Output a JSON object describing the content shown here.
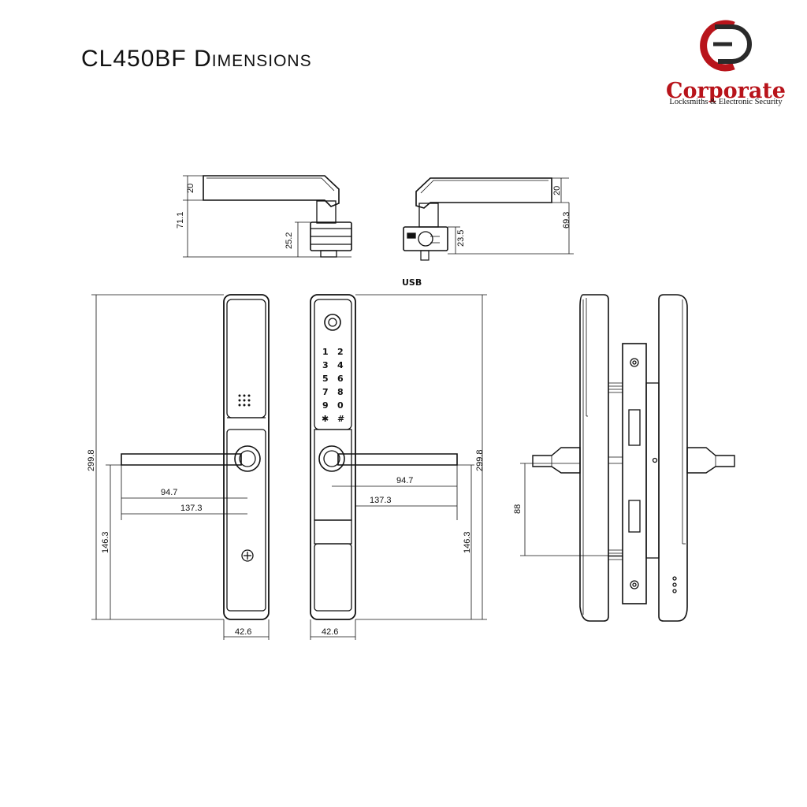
{
  "title": "CL450BF Dimensions",
  "logo": {
    "name": "Corporate",
    "tagline": "Locksmiths & Electronic Security",
    "color_red": "#b8141b",
    "color_dark": "#2a2a2a"
  },
  "labels": {
    "usb": "USB"
  },
  "dimensions": {
    "top_left_handle_thickness": "20",
    "top_left_total_height": "71.1",
    "top_left_base": "25.2",
    "top_right_handle_thickness": "20",
    "top_right_total_height": "69.3",
    "top_right_base": "23.5",
    "left_height": "299.8",
    "right_height": "299.8",
    "left_handle_short": "94.7",
    "left_handle_long": "137.3",
    "right_handle_short": "94.7",
    "right_handle_long": "137.3",
    "left_center_height": "146.3",
    "right_center_height": "146.3",
    "left_width": "42.6",
    "right_width": "42.6",
    "side_spacing": "88"
  },
  "keypad": {
    "keys": [
      "1",
      "2",
      "3",
      "4",
      "5",
      "6",
      "7",
      "8",
      "9",
      "0",
      "✱",
      "#"
    ]
  }
}
